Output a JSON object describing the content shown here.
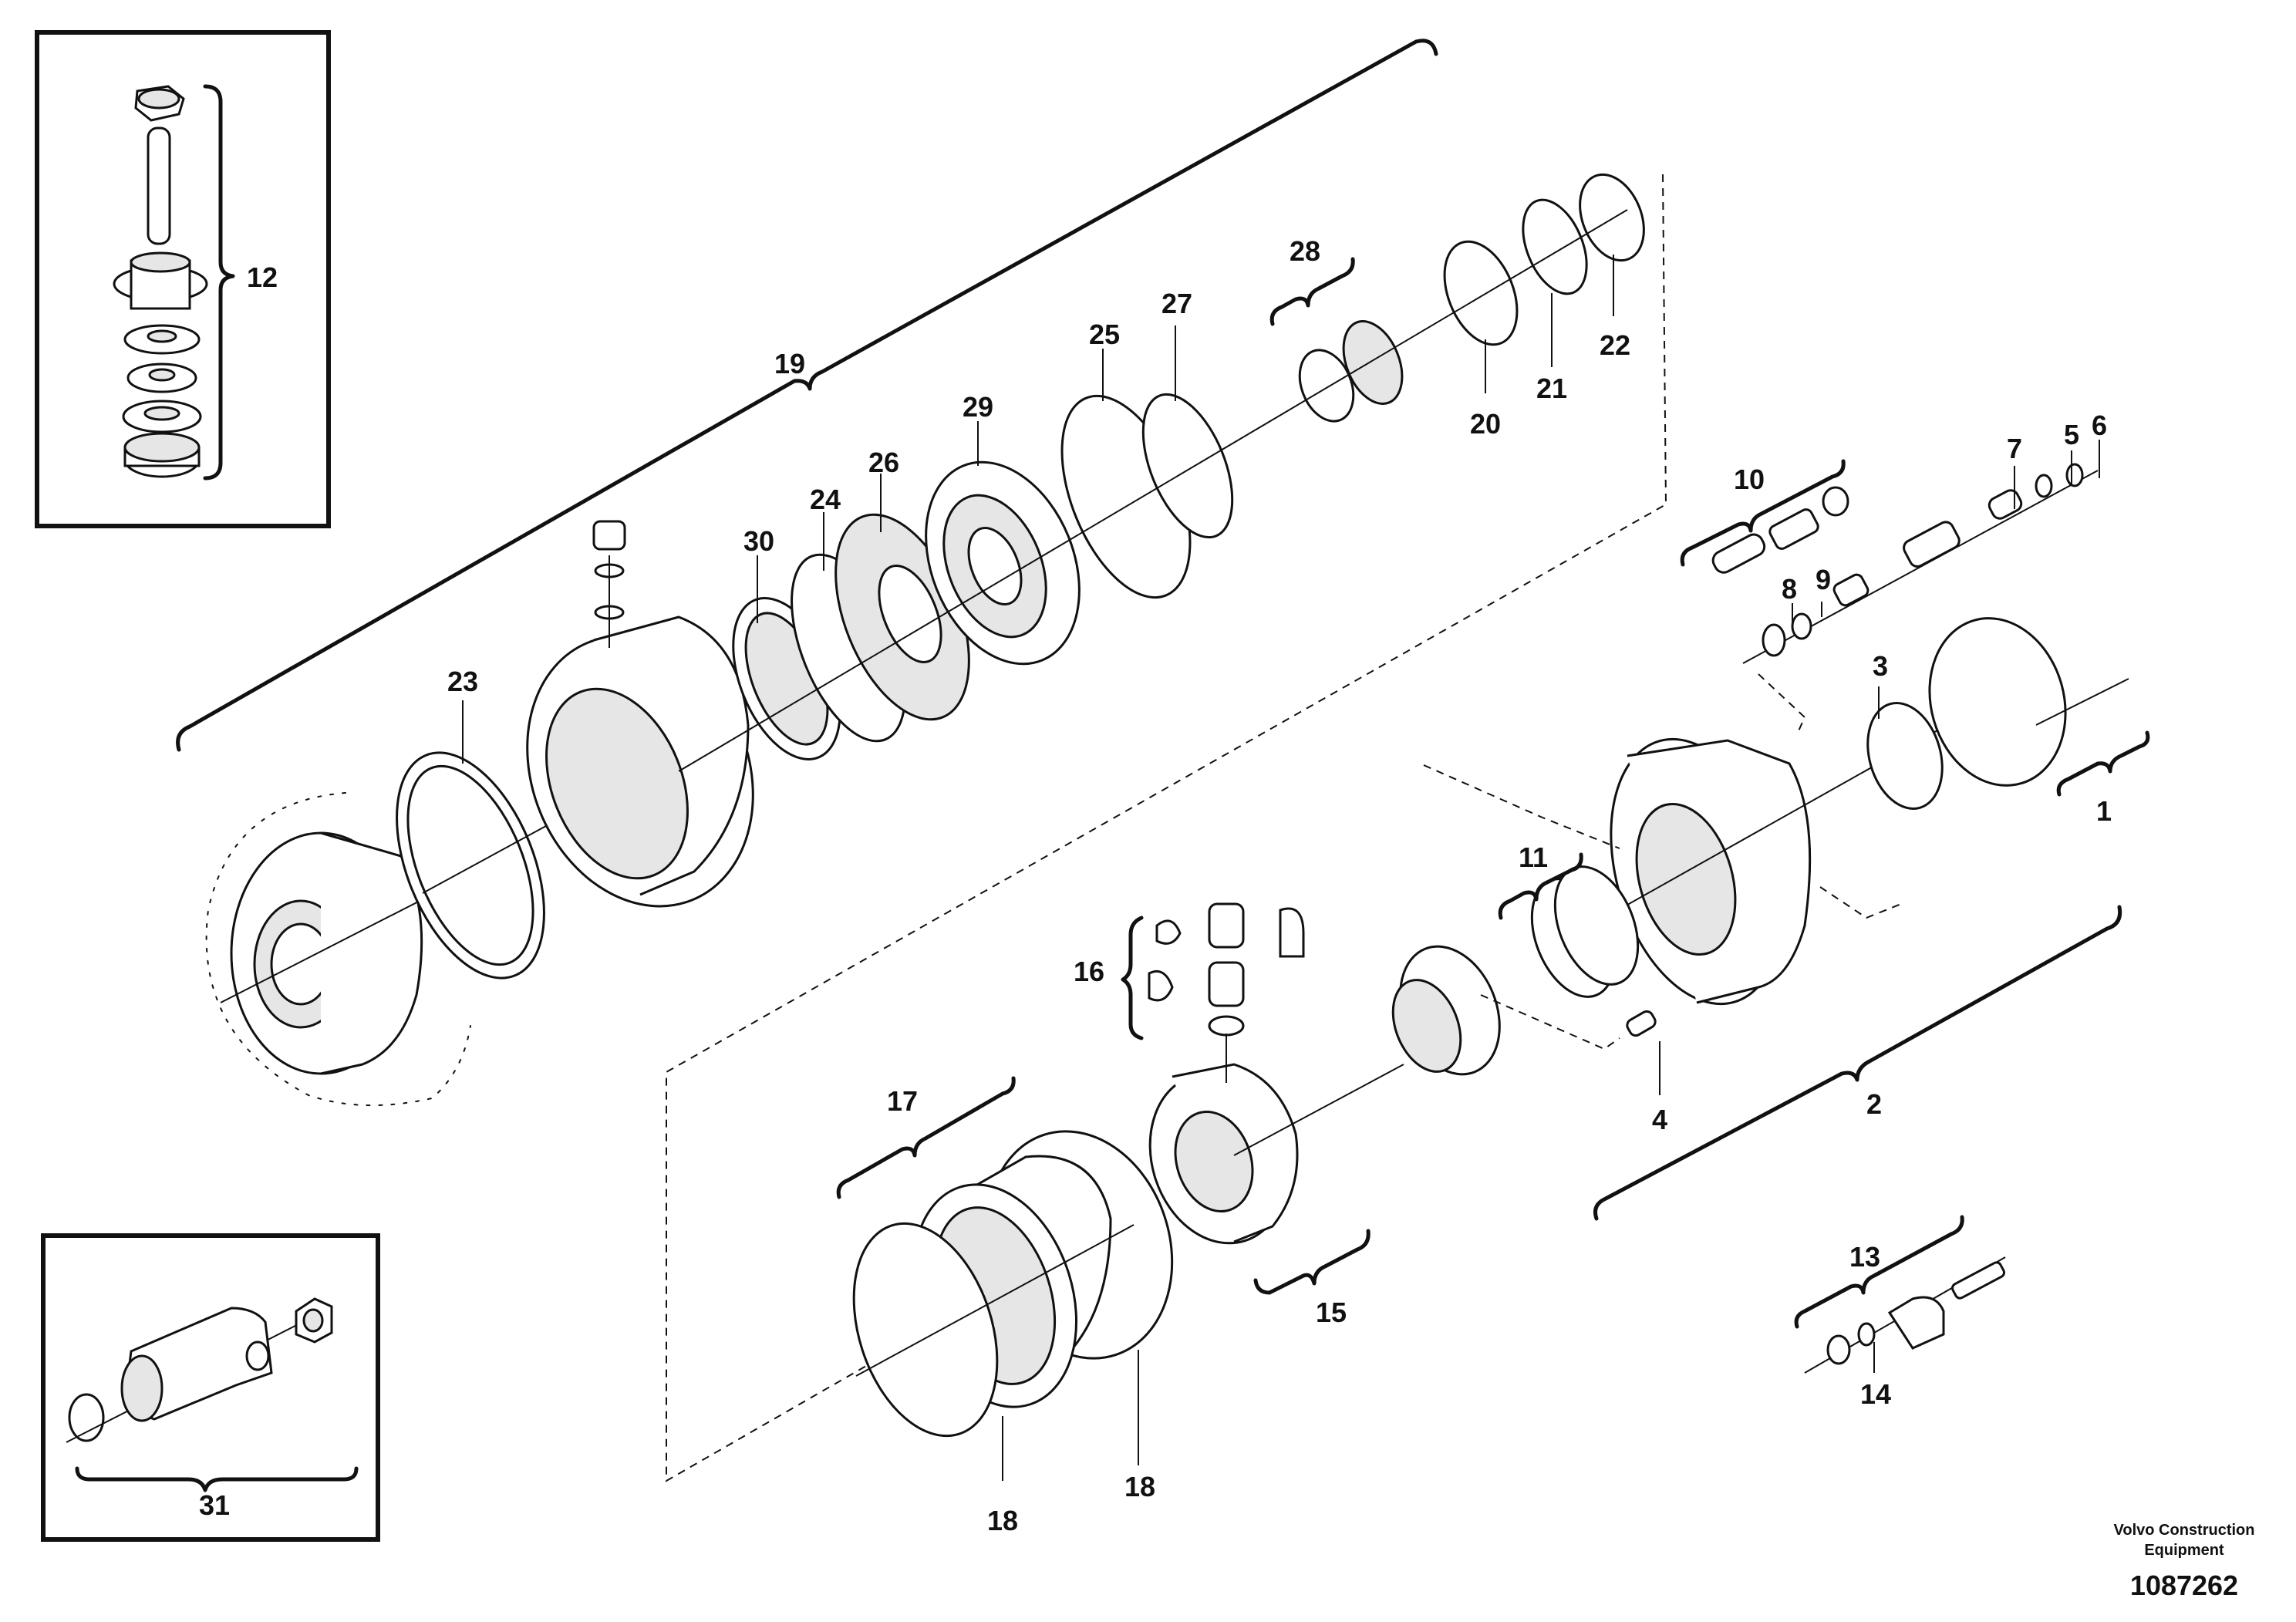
{
  "diagram": {
    "callouts": [
      {
        "id": "c1",
        "text": "1"
      },
      {
        "id": "c2",
        "text": "2"
      },
      {
        "id": "c3",
        "text": "3"
      },
      {
        "id": "c4",
        "text": "4"
      },
      {
        "id": "c5",
        "text": "5"
      },
      {
        "id": "c6",
        "text": "6"
      },
      {
        "id": "c7",
        "text": "7"
      },
      {
        "id": "c8",
        "text": "8"
      },
      {
        "id": "c9",
        "text": "9"
      },
      {
        "id": "c10",
        "text": "10"
      },
      {
        "id": "c11",
        "text": "11"
      },
      {
        "id": "c12",
        "text": "12"
      },
      {
        "id": "c13",
        "text": "13"
      },
      {
        "id": "c14",
        "text": "14"
      },
      {
        "id": "c15",
        "text": "15"
      },
      {
        "id": "c16",
        "text": "16"
      },
      {
        "id": "c17",
        "text": "17"
      },
      {
        "id": "c18a",
        "text": "18"
      },
      {
        "id": "c18b",
        "text": "18"
      },
      {
        "id": "c19",
        "text": "19"
      },
      {
        "id": "c20",
        "text": "20"
      },
      {
        "id": "c21",
        "text": "21"
      },
      {
        "id": "c22",
        "text": "22"
      },
      {
        "id": "c23",
        "text": "23"
      },
      {
        "id": "c24",
        "text": "24"
      },
      {
        "id": "c25",
        "text": "25"
      },
      {
        "id": "c26",
        "text": "26"
      },
      {
        "id": "c27",
        "text": "27"
      },
      {
        "id": "c28",
        "text": "28"
      },
      {
        "id": "c29",
        "text": "29"
      },
      {
        "id": "c30",
        "text": "30"
      },
      {
        "id": "c31",
        "text": "31"
      }
    ]
  },
  "footer": {
    "brand_line1": "Volvo Construction",
    "brand_line2": "Equipment",
    "document_number": "1087262"
  }
}
